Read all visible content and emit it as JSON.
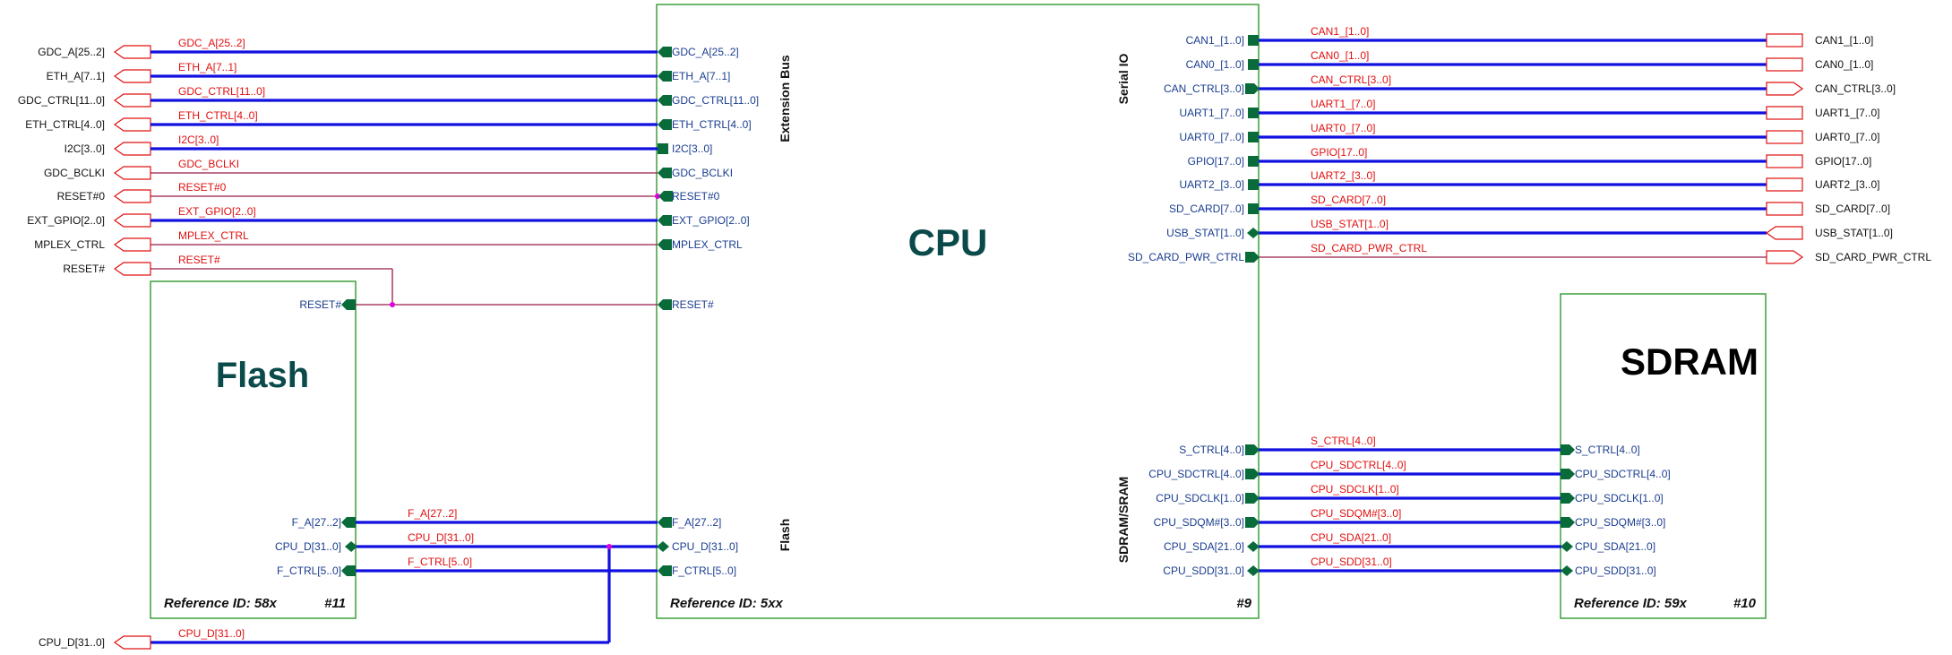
{
  "colors": {
    "block_border": "#2f9a2f",
    "block_title": "#0b4a4a",
    "bus_wire": "#1010e0",
    "signal_wire": "#9b1b4a",
    "net_label": "#e01010",
    "pin_label": "#1a3d8f",
    "pin_marker": "#0a6b3a",
    "port_outline": "#e01010",
    "port_label": "#111111",
    "junction": "#e000e0",
    "footer": "#111111"
  },
  "blocks": {
    "cpu": {
      "title": "CPU",
      "ref": "Reference ID: 5xx",
      "num": "#9",
      "sections": [
        "Extension Bus",
        "Flash",
        "Serial IO",
        "SDRAM/SRAM"
      ]
    },
    "flash": {
      "title": "Flash",
      "ref": "Reference ID: 58x",
      "num": "#11"
    },
    "sdram": {
      "title": "SDRAM",
      "ref": "Reference ID: 59x",
      "num": "#10"
    }
  },
  "left_ports": [
    {
      "label": "GDC_A[25..2]",
      "net": "GDC_A[25..2]",
      "cpu_pin": "GDC_A[25..2]",
      "bus": true
    },
    {
      "label": "ETH_A[7..1]",
      "net": "ETH_A[7..1]",
      "cpu_pin": "ETH_A[7..1]",
      "bus": true
    },
    {
      "label": "GDC_CTRL[11..0]",
      "net": "GDC_CTRL[11..0]",
      "cpu_pin": "GDC_CTRL[11..0]",
      "bus": true
    },
    {
      "label": "ETH_CTRL[4..0]",
      "net": "ETH_CTRL[4..0]",
      "cpu_pin": "ETH_CTRL[4..0]",
      "bus": true
    },
    {
      "label": "I2C[3..0]",
      "net": "I2C[3..0]",
      "cpu_pin": "I2C[3..0]",
      "bus": true
    },
    {
      "label": "GDC_BCLKI",
      "net": "GDC_BCLKI",
      "cpu_pin": "GDC_BCLKI",
      "bus": false
    },
    {
      "label": "RESET#0",
      "net": "RESET#0",
      "cpu_pin": "RESET#0",
      "bus": false
    },
    {
      "label": "EXT_GPIO[2..0]",
      "net": "EXT_GPIO[2..0]",
      "cpu_pin": "EXT_GPIO[2..0]",
      "bus": true
    },
    {
      "label": "MPLEX_CTRL",
      "net": "MPLEX_CTRL",
      "cpu_pin": "MPLEX_CTRL",
      "bus": false
    },
    {
      "label": "RESET#",
      "net": "RESET#",
      "cpu_pin": "",
      "bus": false
    }
  ],
  "reset_link": {
    "flash_pin": "RESET#",
    "cpu_pin": "RESET#"
  },
  "flash_links": [
    {
      "flash_pin": "F_A[27..2]",
      "net": "F_A[27..2]",
      "cpu_pin": "F_A[27..2]"
    },
    {
      "flash_pin": "CPU_D[31..0]",
      "net": "CPU_D[31..0]",
      "cpu_pin": "CPU_D[31..0]"
    },
    {
      "flash_pin": "F_CTRL[5..0]",
      "net": "F_CTRL[5..0]",
      "cpu_pin": "F_CTRL[5..0]"
    }
  ],
  "bottom_port": {
    "label": "CPU_D[31..0]",
    "net": "CPU_D[31..0]"
  },
  "right_ports": [
    {
      "cpu_pin": "CAN1_[1..0]",
      "net": "CAN1_[1..0]",
      "label": "CAN1_[1..0]",
      "bus": true
    },
    {
      "cpu_pin": "CAN0_[1..0]",
      "net": "CAN0_[1..0]",
      "label": "CAN0_[1..0]",
      "bus": true
    },
    {
      "cpu_pin": "CAN_CTRL[3..0]",
      "net": "CAN_CTRL[3..0]",
      "label": "CAN_CTRL[3..0]",
      "bus": true
    },
    {
      "cpu_pin": "UART1_[7..0]",
      "net": "UART1_[7..0]",
      "label": "UART1_[7..0]",
      "bus": true
    },
    {
      "cpu_pin": "UART0_[7..0]",
      "net": "UART0_[7..0]",
      "label": "UART0_[7..0]",
      "bus": true
    },
    {
      "cpu_pin": "GPIO[17..0]",
      "net": "GPIO[17..0]",
      "label": "GPIO[17..0]",
      "bus": true
    },
    {
      "cpu_pin": "UART2_[3..0]",
      "net": "UART2_[3..0]",
      "label": "UART2_[3..0]",
      "bus": true
    },
    {
      "cpu_pin": "SD_CARD[7..0]",
      "net": "SD_CARD[7..0]",
      "label": "SD_CARD[7..0]",
      "bus": true
    },
    {
      "cpu_pin": "USB_STAT[1..0]",
      "net": "USB_STAT[1..0]",
      "label": "USB_STAT[1..0]",
      "bus": true
    },
    {
      "cpu_pin": "SD_CARD_PWR_CTRL",
      "net": "SD_CARD_PWR_CTRL",
      "label": "SD_CARD_PWR_CTRL",
      "bus": false
    }
  ],
  "sdram_links": [
    {
      "cpu_pin": "S_CTRL[4..0]",
      "net": "S_CTRL[4..0]",
      "sdram_pin": "S_CTRL[4..0]"
    },
    {
      "cpu_pin": "CPU_SDCTRL[4..0]",
      "net": "CPU_SDCTRL[4..0]",
      "sdram_pin": "CPU_SDCTRL[4..0]"
    },
    {
      "cpu_pin": "CPU_SDCLK[1..0]",
      "net": "CPU_SDCLK[1..0]",
      "sdram_pin": "CPU_SDCLK[1..0]"
    },
    {
      "cpu_pin": "CPU_SDQM#[3..0]",
      "net": "CPU_SDQM#[3..0]",
      "sdram_pin": "CPU_SDQM#[3..0]"
    },
    {
      "cpu_pin": "CPU_SDA[21..0]",
      "net": "CPU_SDA[21..0]",
      "sdram_pin": "CPU_SDA[21..0]"
    },
    {
      "cpu_pin": "CPU_SDD[31..0]",
      "net": "CPU_SDD[31..0]",
      "sdram_pin": "CPU_SDD[31..0]"
    }
  ]
}
